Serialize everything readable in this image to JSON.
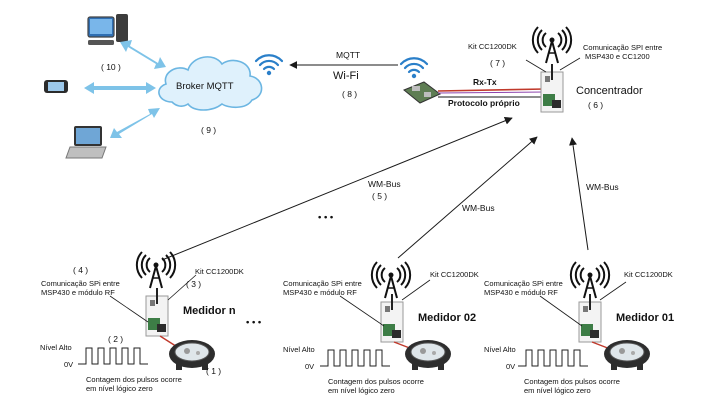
{
  "labels": {
    "n10": "( 10 )",
    "broker": "Broker MQTT",
    "n9": "( 9 )",
    "mqtt": "MQTT",
    "wifi": "Wi-Fi",
    "n8": "( 8 )",
    "kit_top": "Kit CC1200DK",
    "n7": "( 7 )",
    "spi_top_1": "Comunicação SPI entre",
    "spi_top_2": "MSP430 e CC1200",
    "rxtx": "Rx-Tx",
    "protocolo": "Protocolo próprio",
    "concentrador": "Concentrador",
    "n6": "( 6 )",
    "wmbus_center": "WM-Bus",
    "n5": "( 5 )",
    "wmbus_mid": "WM-Bus",
    "wmbus_right": "WM-Bus",
    "dots_mid": "•   •   •",
    "dots_low": "•   •   •",
    "meter_n": {
      "n4": "( 4 )",
      "kit": "Kit CC1200DK",
      "n3": "( 3 )",
      "spi1": "Comunicação SPi entre",
      "spi2": "MSP430 e módulo RF",
      "name": "Medidor n",
      "n2": "( 2 )",
      "alto": "Nível Alto",
      "zero": "0V",
      "n1": "( 1 )",
      "cont1": "Contagem dos pulsos ocorre",
      "cont2": "em nível lógico zero"
    },
    "meter_02": {
      "kit": "Kit CC1200DK",
      "spi1": "Comunicação SPi entre",
      "spi2": "MSP430 e módulo RF",
      "name": "Medidor 02",
      "alto": "Nível Alto",
      "zero": "0V",
      "cont1": "Contagem dos pulsos ocorre",
      "cont2": "em nível lógico zero"
    },
    "meter_01": {
      "kit": "Kit CC1200DK",
      "spi1": "Comunicação SPi entre",
      "spi2": "MSP430 e módulo RF",
      "name": "Medidor 01",
      "alto": "Nível Alto",
      "zero": "0V",
      "cont1": "Contagem dos pulsos ocorre",
      "cont2": "em nível lógico zero"
    }
  },
  "icons": [
    "desktop-computer-icon",
    "smartphone-icon",
    "laptop-icon",
    "cloud-icon",
    "wifi-icon",
    "raspberry-board-icon",
    "radio-tower-icon",
    "cc1200dk-board-icon",
    "water-meter-icon",
    "pulse-waveform-icon"
  ],
  "colors": {
    "arrow_light_blue": "#7ec3e8",
    "cloud_fill": "#dff1fc",
    "cloud_stroke": "#6cb6e2",
    "wifi_blue": "#2a7fc9",
    "cable_red": "#c0392b",
    "line_black": "#1a1a1a"
  }
}
